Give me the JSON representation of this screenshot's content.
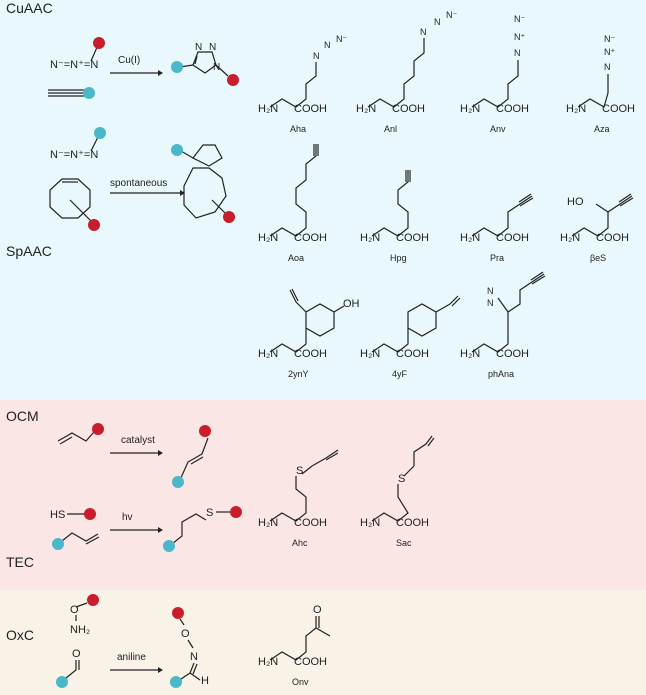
{
  "colors": {
    "panel_click": "#e9f8fc",
    "panel_ocm": "#fbe6e6",
    "panel_oxc": "#f8f2e7",
    "red_ball": "#c81e2b",
    "cyan_ball": "#4ab8c8",
    "bond": "#222222"
  },
  "sections": {
    "cuaac": "CuAAC",
    "spaac": "SpAAC",
    "ocm": "OCM",
    "tec": "TEC",
    "oxc": "OxC"
  },
  "reagents": {
    "cuaac": "Cu(I)",
    "spaac": "spontaneous",
    "ocm": "catalyst",
    "tec": "hv",
    "oxc": "aniline"
  },
  "fragments": {
    "azide": "N⁻=N⁺=N",
    "azide_spaac": "N⁻=N⁺=N",
    "triazole_n1": "N",
    "triazole_n2": "N",
    "triazole_n3": "N",
    "thiol": "HS",
    "sulfur": "S",
    "oxy_o": "O",
    "amine": "NH₂",
    "ald_o": "O",
    "oxime_o": "O",
    "oxime_n": "N",
    "oxime_h": "H"
  },
  "amino_acids": [
    {
      "id": "aha",
      "name": "Aha"
    },
    {
      "id": "anl",
      "name": "Anl"
    },
    {
      "id": "anv",
      "name": "Anv"
    },
    {
      "id": "aza",
      "name": "Aza"
    },
    {
      "id": "aoa",
      "name": "Aoa"
    },
    {
      "id": "hpg",
      "name": "Hpg"
    },
    {
      "id": "pra",
      "name": "Pra"
    },
    {
      "id": "bes",
      "name": "βeS"
    },
    {
      "id": "2yny",
      "name": "2ynY"
    },
    {
      "id": "4yf",
      "name": "4yF"
    },
    {
      "id": "phana",
      "name": "phAna"
    },
    {
      "id": "ahc",
      "name": "Ahc"
    },
    {
      "id": "sac",
      "name": "Sac"
    },
    {
      "id": "onv",
      "name": "Onv"
    }
  ],
  "atom_labels": {
    "h2n": "H₂N",
    "cooh": "COOH",
    "n": "N",
    "n_minus": "N⁻",
    "n_plus": "N⁺",
    "ho": "HO",
    "oh": "OH",
    "s": "S",
    "o": "O"
  }
}
